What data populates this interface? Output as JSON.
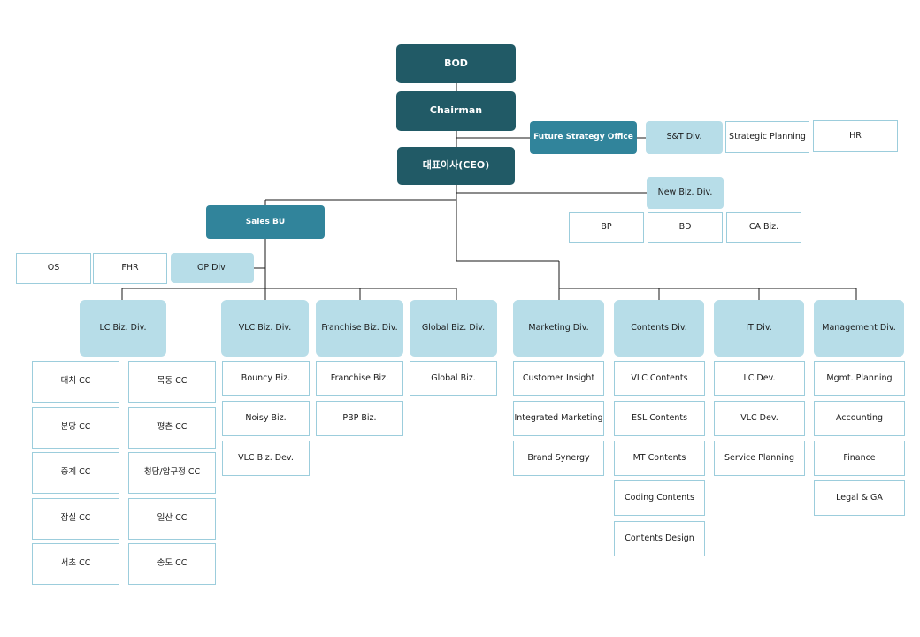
{
  "top": {
    "bod": "BOD",
    "chairman": "Chairman",
    "ceo": "대표이사(CEO)",
    "future_strategy": "Future  Strategy  Office",
    "st_div": "S&T  Div.",
    "strategic_planning": "Strategic  Planning",
    "hr": "HR"
  },
  "new_biz": {
    "title": "New  Biz.  Div.",
    "units": [
      "BP",
      "BD",
      "CA  Biz."
    ]
  },
  "sales": {
    "title": "Sales  BU",
    "os": "OS",
    "fhr": "FHR",
    "op_div": "OP  Div."
  },
  "divisions": [
    {
      "label": "LC  Biz.  Div.",
      "units": [
        "대치  CC",
        "목동  CC",
        "분당  CC",
        "평촌  CC",
        "중계  CC",
        "청담/압구정  CC",
        "잠실  CC",
        "일산  CC",
        "서초  CC",
        "송도  CC"
      ]
    },
    {
      "label": "VLC  Biz.  Div.",
      "units": [
        "Bouncy  Biz.",
        "Noisy  Biz.",
        "VLC  Biz.  Dev."
      ]
    },
    {
      "label": "Franchise  Biz.  Div.",
      "units": [
        "Franchise  Biz.",
        "PBP  Biz."
      ]
    },
    {
      "label": "Global  Biz.  Div.",
      "units": [
        "Global  Biz."
      ]
    },
    {
      "label": "Marketing  Div.",
      "units": [
        "Customer  Insight",
        "Integrated  Marketing",
        "Brand  Synergy"
      ]
    },
    {
      "label": "Contents  Div.",
      "units": [
        "VLC  Contents",
        "ESL  Contents",
        "MT  Contents",
        "Coding  Contents",
        "Contents  Design"
      ]
    },
    {
      "label": "IT  Div.",
      "units": [
        "LC  Dev.",
        "VLC  Dev.",
        "Service  Planning"
      ]
    },
    {
      "label": "Management  Div.",
      "units": [
        "Mgmt.  Planning",
        "Accounting",
        "Finance",
        "Legal  &  GA"
      ]
    }
  ],
  "colors": {
    "dark": "#215a66",
    "mid": "#31849b",
    "light": "#b7dde8",
    "border": "#9ccddc"
  }
}
